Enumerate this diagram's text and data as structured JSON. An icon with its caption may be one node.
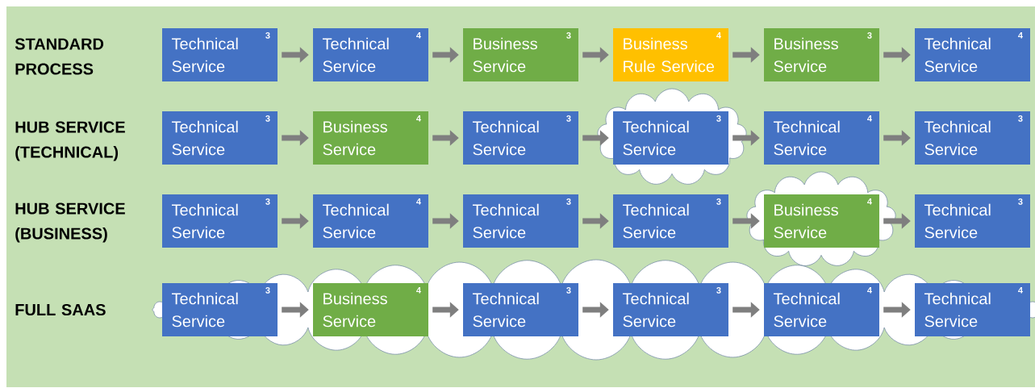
{
  "diagram": {
    "nodes": [
      {
        "text": [
          "Technical Service",
          "3"
        ]
      },
      {
        "text": [
          "Technical Service",
          "4"
        ]
      },
      {
        "text": [
          "Business Service",
          "3"
        ]
      },
      {
        "text": [
          "Business Rule Service",
          "4"
        ]
      },
      {
        "text": [
          "Business Service",
          "3"
        ]
      },
      {
        "text": [
          "Technical Service",
          "4"
        ]
      },
      {
        "text": [
          "Technical Service",
          "3"
        ]
      },
      {
        "text": [
          "Business Service",
          "4"
        ]
      },
      {
        "text": [
          "Technical Service",
          "3"
        ]
      },
      {
        "text": [],
        "shape": "cloud"
      },
      {
        "text": [
          "Technical Service",
          "3"
        ],
        "in": 9
      },
      {
        "text": [
          "Technical Service",
          "4"
        ]
      },
      {
        "text": [
          "Technical Service",
          "3"
        ]
      },
      {
        "text": [
          "Technical Service",
          "3"
        ]
      },
      {
        "text": [
          "Technical Service",
          "4"
        ]
      },
      {
        "text": [
          "Technical Service",
          "3"
        ]
      },
      {
        "text": [
          "Technical Service",
          "3"
        ]
      },
      {
        "text": [],
        "shape": "cloud"
      },
      {
        "text": [
          "Business Service",
          "4"
        ],
        "in": 17
      },
      {
        "text": [
          "Technical Service",
          "3"
        ]
      },
      {
        "text": [],
        "shape": "cloud"
      },
      {
        "text": [
          "Technical Service",
          "3"
        ],
        "in": 20
      },
      {
        "text": [
          "Business Service",
          "4"
        ],
        "in": 20
      },
      {
        "text": [
          "Technical Service",
          "3"
        ],
        "in": 20
      },
      {
        "text": [
          "Technical Service",
          "3"
        ],
        "in": 20
      },
      {
        "text": [
          "Technical Service",
          "4"
        ],
        "in": 20
      },
      {
        "text": [
          "Technical Service",
          "4"
        ],
        "in": 20
      }
    ],
    "edges": [
      {
        "from": 0,
        "to": 1,
        "arrow": "to"
      },
      {
        "from": 1,
        "to": 2,
        "arrow": "to"
      },
      {
        "from": 2,
        "to": 3,
        "arrow": "to"
      },
      {
        "from": 3,
        "to": 4,
        "arrow": "to"
      },
      {
        "from": 4,
        "to": 5,
        "arrow": "to"
      },
      {
        "from": 6,
        "to": 7,
        "arrow": "to"
      },
      {
        "from": 7,
        "to": 8,
        "arrow": "to"
      },
      {
        "from": 8,
        "to": 10,
        "arrow": "to"
      },
      {
        "from": 10,
        "to": 11,
        "arrow": "to"
      },
      {
        "from": 11,
        "to": 12,
        "arrow": "to"
      },
      {
        "from": 13,
        "to": 14,
        "arrow": "to"
      },
      {
        "from": 14,
        "to": 15,
        "arrow": "to"
      },
      {
        "from": 15,
        "to": 16,
        "arrow": "to"
      },
      {
        "from": 16,
        "to": 18,
        "arrow": "to"
      },
      {
        "from": 18,
        "to": 19,
        "arrow": "to"
      },
      {
        "from": 21,
        "to": 22,
        "arrow": "to"
      },
      {
        "from": 22,
        "to": 23,
        "arrow": "to"
      },
      {
        "from": 23,
        "to": 24,
        "arrow": "to"
      },
      {
        "from": 24,
        "to": 25,
        "arrow": "to"
      },
      {
        "from": 25,
        "to": 26,
        "arrow": "to"
      }
    ],
    "labels": [
      "STANDARD PROCESS",
      "HUB SERVICE (TECHNICAL)",
      "HUB SERVICE (BUSINESS)",
      "FULL SAAS"
    ]
  }
}
